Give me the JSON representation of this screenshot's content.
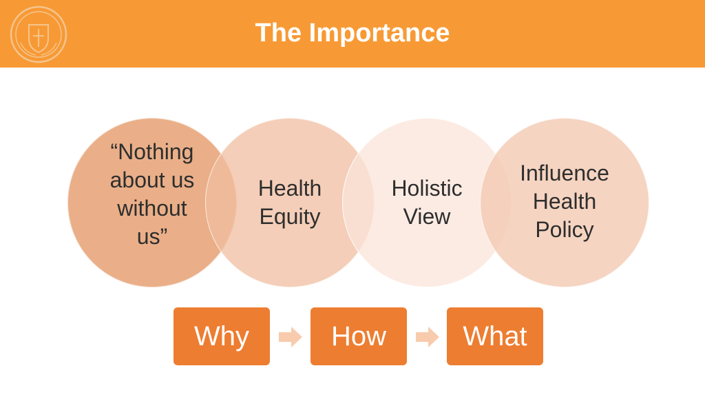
{
  "header": {
    "title": "The Importance"
  },
  "colors": {
    "header": "#f79a35",
    "steps": "#ed7d31"
  },
  "circles": [
    {
      "label": "“Nothing\nabout us\nwithout\nus”"
    },
    {
      "label": "Health\nEquity"
    },
    {
      "label": "Holistic\nView"
    },
    {
      "label": "Influence\nHealth\nPolicy"
    }
  ],
  "steps": [
    {
      "label": "Why"
    },
    {
      "label": "How"
    },
    {
      "label": "What"
    }
  ],
  "icons": {
    "logo": "seal-logo-icon",
    "arrow": "arrow-right-icon"
  }
}
